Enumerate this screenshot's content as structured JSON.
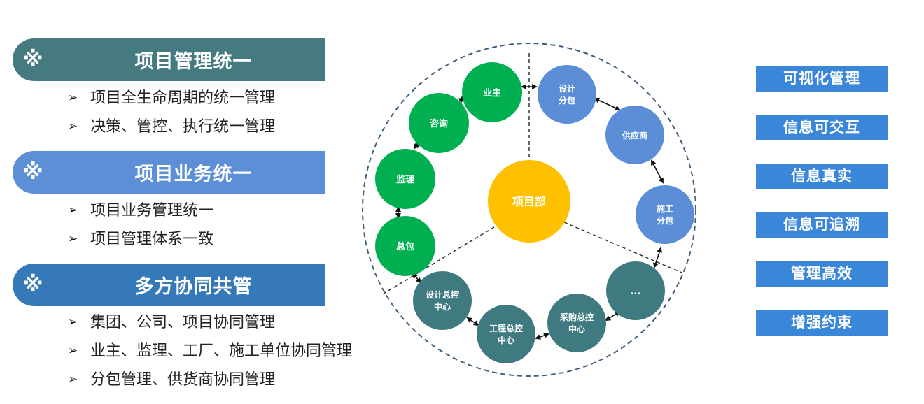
{
  "sections": [
    {
      "mark": "※",
      "title": "项目管理统一",
      "items": [
        "项目全生命周期的统一管理",
        "决策、管控、执行统一管理"
      ]
    },
    {
      "mark": "※",
      "title": "项目业务统一",
      "items": [
        "项目业务管理统一",
        "项目管理体系一致"
      ]
    },
    {
      "mark": "※",
      "title": "多方协同共管",
      "items": [
        "集团、公司、项目协同管理",
        "业主、监理、工厂、施工单位协同管理",
        "分包管理、供货商协同管理"
      ]
    }
  ],
  "bullet_arrow": "➢",
  "diagram": {
    "center": "项目部",
    "nodes": {
      "owner": "业主",
      "consult": "咨询",
      "supervisor": "监理",
      "general": "总包",
      "design_center": [
        "设计总控",
        "中心"
      ],
      "eng_center": [
        "工程总控",
        "中心"
      ],
      "purchase_center": [
        "采购总控",
        "中心"
      ],
      "more": "...",
      "construction_sub": [
        "施工",
        "分包"
      ],
      "supplier": "供应商",
      "design_sub": [
        "设计",
        "分包"
      ]
    }
  },
  "tags": [
    "可视化管理",
    "信息可交互",
    "信息真实",
    "信息可追溯",
    "管理高效",
    "增强约束"
  ],
  "colors": {
    "green": "#00b050",
    "blue": "#5b8ed6",
    "teal": "#3f7a80",
    "yellow": "#ffc000",
    "tag": "#3a86d8",
    "dashed_circle": "#3f5f7f"
  }
}
